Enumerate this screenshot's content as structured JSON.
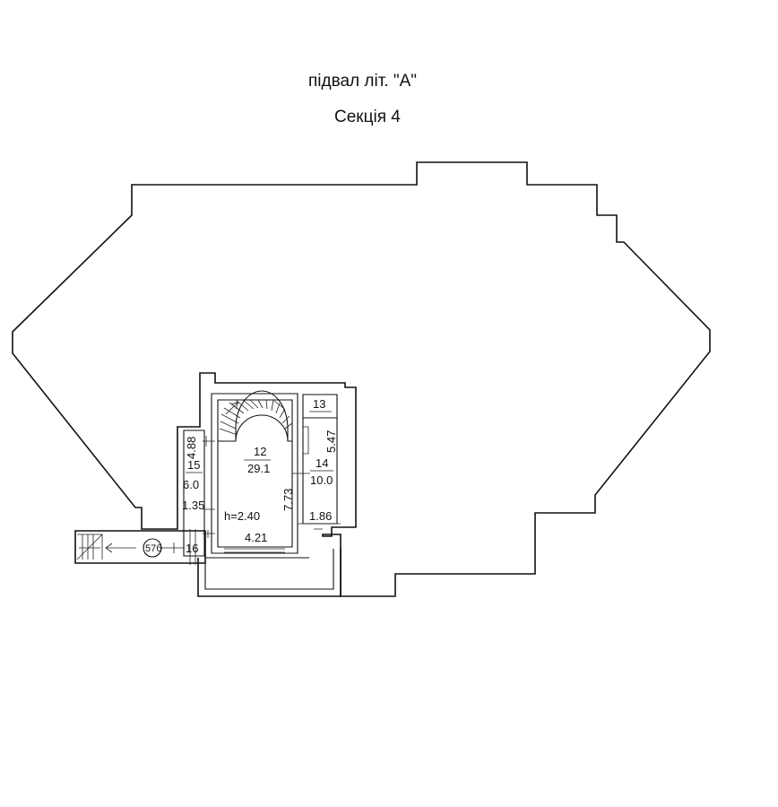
{
  "header": {
    "title": "підвал  літ. \"А\"",
    "subtitle": "Секція 4"
  },
  "rooms": [
    {
      "number": "12",
      "area": "29.1"
    },
    {
      "number": "13"
    },
    {
      "number": "14",
      "area": "10.0"
    },
    {
      "number": "15",
      "area": "6.0"
    },
    {
      "number": "16"
    }
  ],
  "dimensions": {
    "room15_length": "4.88",
    "room15_width": "1.35",
    "room12_length": "7.73",
    "room12_width": "4.21",
    "room12_height": "h=2.40",
    "room14_length": "5.47",
    "room14_width": "1.86"
  },
  "stair_label": "57б"
}
